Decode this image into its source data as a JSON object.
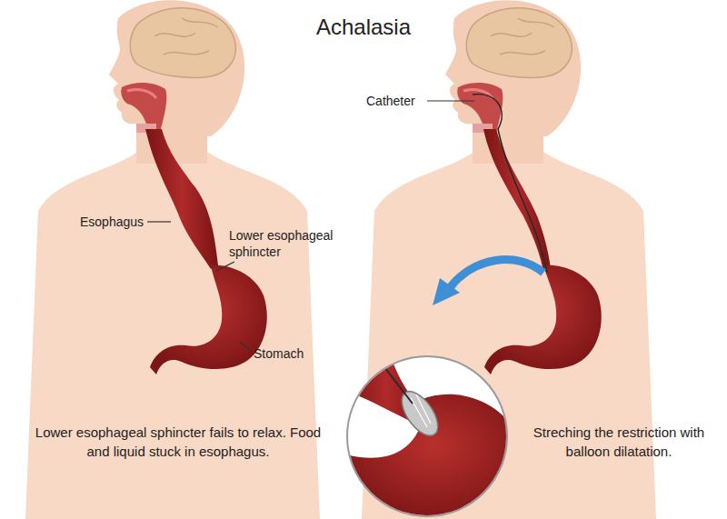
{
  "diagram": {
    "title": "Achalasia",
    "labels": [
      "Esophagus",
      "Lower esophageal sphincter",
      "Stomach",
      "Catheter",
      "Lower esophageal sphincter fails to relax. Food and liquid stuck in esophagus.",
      "Streching the restriction with balloon dilatation."
    ]
  }
}
